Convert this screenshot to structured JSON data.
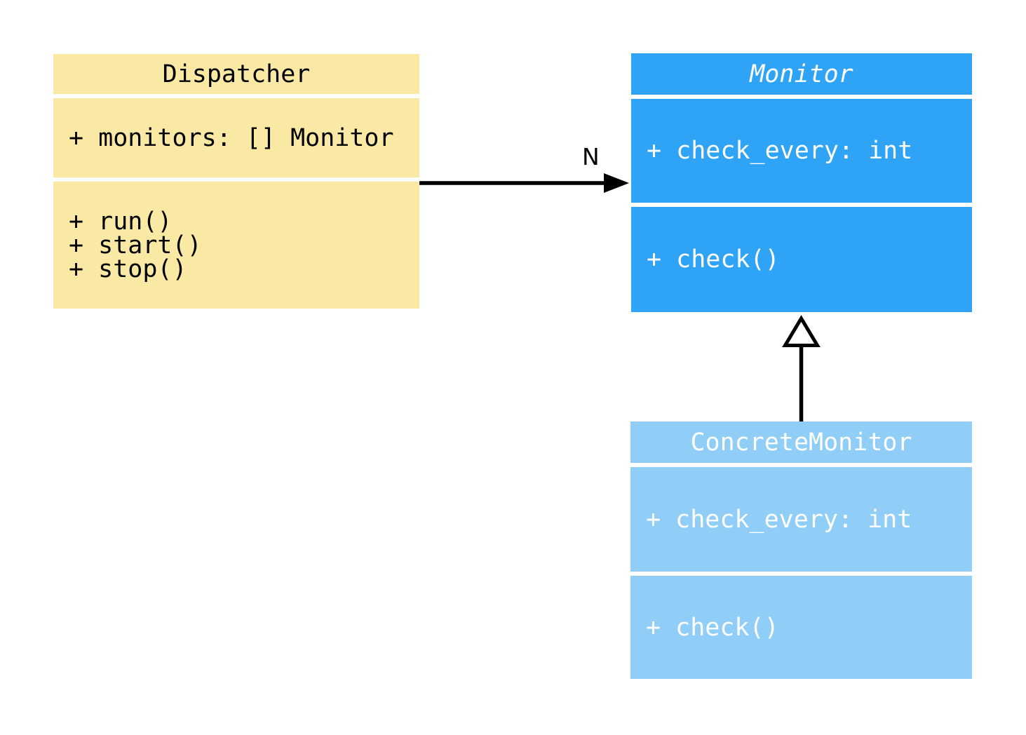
{
  "classes": [
    {
      "name": "Dispatcher",
      "attributes": [
        "+ monitors: [] Monitor"
      ],
      "methods": [
        "+ run()",
        "+ start()",
        "+ stop()"
      ],
      "bg_color": "#FAE8A5",
      "text_color": "#000000"
    },
    {
      "name": "Monitor",
      "attributes": [
        "+ check_every: int"
      ],
      "methods": [
        "+ check()"
      ],
      "bg_color": "#2FA4F6",
      "text_color": "#FFFFFF"
    },
    {
      "name": "ConcreteMonitor",
      "attributes": [
        "+ check_every: int"
      ],
      "methods": [
        "+ check()"
      ],
      "bg_color": "#90CEF8",
      "text_color": "#FFFFFF"
    }
  ],
  "relationships": [
    {
      "type": "association",
      "from": "Dispatcher",
      "to": "Monitor",
      "label": "N"
    },
    {
      "type": "inheritance",
      "from": "ConcreteMonitor",
      "to": "Monitor"
    }
  ],
  "colors": {
    "background": "#FFFFFF",
    "arrow": "#000000"
  }
}
